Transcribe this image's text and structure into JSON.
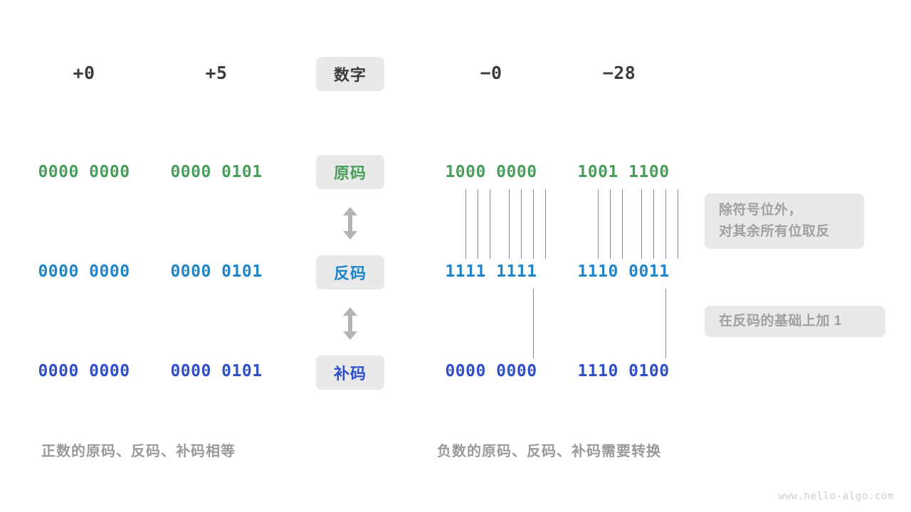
{
  "figure": {
    "title_watermark": "www.hello-algo.com",
    "colors": {
      "green": "#4a9e5c",
      "blue": "#1f84c8",
      "indigo": "#2f4fc9",
      "pill_bg": "#e9e9e9",
      "note_text": "#a0a0a0",
      "line": "#8a8a8a",
      "header_text": "#3c3c3c"
    }
  },
  "columns": {
    "header_label": "数字",
    "positive": [
      {
        "name": "+0",
        "value": "+0"
      },
      {
        "name": "+5",
        "value": "+5"
      }
    ],
    "negative": [
      {
        "name": "-0",
        "value": "−0"
      },
      {
        "name": "-28",
        "value": "−28"
      }
    ]
  },
  "rows": [
    {
      "key": "true_form",
      "label": "原码",
      "label_color": "green",
      "bits_color": "green",
      "cells": {
        "pos0": "0000 0000",
        "pos5": "0000 0101",
        "neg0": "1000 0000",
        "neg28": "1001 1100"
      }
    },
    {
      "key": "ones_complement",
      "label": "反码",
      "label_color": "blue",
      "bits_color": "blue",
      "cells": {
        "pos0": "0000 0000",
        "pos5": "0000 0101",
        "neg0": "1111 1111",
        "neg28": "1110 0011"
      }
    },
    {
      "key": "twos_complement",
      "label": "补码",
      "label_color": "indigo",
      "bits_color": "indigo",
      "cells": {
        "pos0": "0000 0000",
        "pos5": "0000 0101",
        "neg0": "0000 0000",
        "neg28": "1110 0100"
      }
    }
  ],
  "notes": [
    {
      "key": "invert",
      "line1": "除符号位外，",
      "line2": "对其余所有位取反"
    },
    {
      "key": "plus_one",
      "line1": "在反码的基础上加 1",
      "line2": ""
    }
  ],
  "captions": {
    "left": "正数的原码、反码、补码相等",
    "right": "负数的原码、反码、补码需要转换"
  }
}
